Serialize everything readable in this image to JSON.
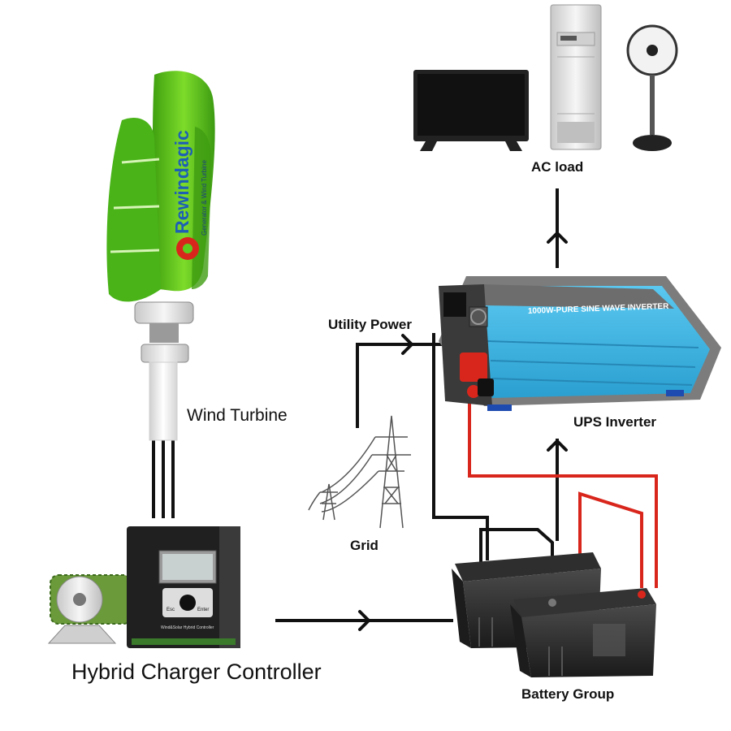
{
  "labels": {
    "ac_load": "AC load",
    "utility_power": "Utility Power",
    "ups_inverter": "UPS Inverter",
    "wind_turbine": "Wind Turbine",
    "grid": "Grid",
    "hybrid_controller": "Hybrid Charger Controller",
    "battery_group": "Battery Group"
  },
  "turbine": {
    "brand": "Rewindagic",
    "tagline": "Generator & Wind Turbine"
  },
  "inverter": {
    "model_text": "1000W-PURE SINE WAVE INVERTER"
  },
  "controller": {
    "button_esc": "Esc",
    "button_enter": "Enter",
    "caption": "Wind&Solar Hybrid Controller"
  },
  "colors": {
    "turbine_green": "#5ecb1f",
    "inverter_blue": "#3fb7e6",
    "wire_red": "#d9261c",
    "wire_black": "#111111"
  }
}
